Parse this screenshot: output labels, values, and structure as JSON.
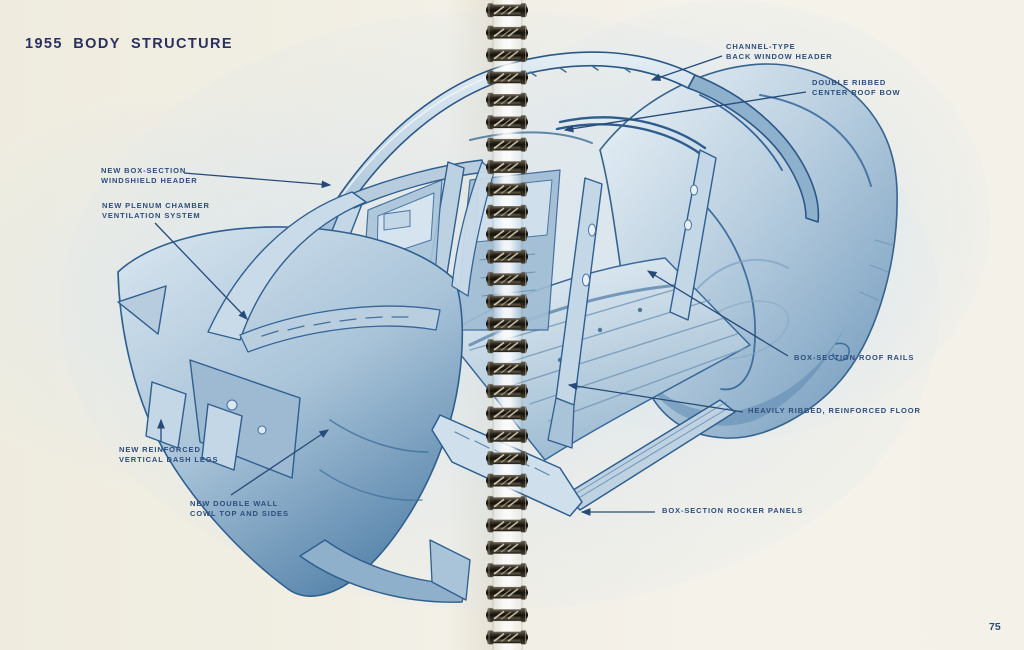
{
  "page": {
    "title": "1955 BODY STRUCTURE",
    "page_number": "75",
    "kind": "spiral-bound manual spread, blue technical cutaway illustration of car body shell"
  },
  "labels": {
    "back_window_header": {
      "line1": "CHANNEL-TYPE",
      "line2": "BACK WINDOW HEADER"
    },
    "center_roof_bow": {
      "line1": "DOUBLE RIBBED",
      "line2": "CENTER ROOF BOW"
    },
    "windshield_header": {
      "line1": "NEW BOX-SECTION",
      "line2": "WINDSHIELD HEADER"
    },
    "plenum": {
      "line1": "NEW PLENUM CHAMBER",
      "line2": "VENTILATION SYSTEM"
    },
    "roof_rails": {
      "line1": "BOX-SECTION ROOF RAILS"
    },
    "floor": {
      "line1": "HEAVILY RIBBED, REINFORCED FLOOR"
    },
    "dash_legs": {
      "line1": "NEW REINFORCED",
      "line2": "VERTICAL DASH LEGS"
    },
    "cowl": {
      "line1": "NEW DOUBLE WALL",
      "line2": "COWL TOP AND SIDES"
    },
    "rocker_panels": {
      "line1": "BOX-SECTION ROCKER PANELS"
    }
  },
  "colors": {
    "title_text": "#2a3160",
    "label_text": "#2e4e7e",
    "leader_line": "#274b79",
    "illustration_deep_blue": "#2a5787",
    "illustration_light_blue": "#cfdfeb",
    "paper": "#f1eee4",
    "binding_wire": "#1a150e"
  }
}
